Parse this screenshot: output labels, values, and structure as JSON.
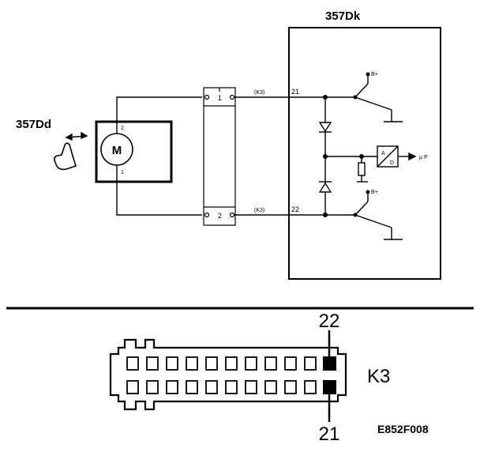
{
  "ecu": {
    "label": "357Dk"
  },
  "seat_motor": {
    "label": "357Dd",
    "motor_label": "M",
    "pin_top": "2",
    "pin_bottom": "1"
  },
  "plug": {
    "pin_upper": "1",
    "pin_lower": "2"
  },
  "wires": {
    "upper_connector": "(K3)",
    "lower_connector": "(K3)",
    "upper_pin": "21",
    "lower_pin": "22"
  },
  "supply": {
    "upper": "B+",
    "lower": "B+"
  },
  "adc": {
    "a": "A",
    "d": "D",
    "output": "μ P"
  },
  "connector": {
    "label": "K3",
    "pin_top": "22",
    "pin_bottom": "21"
  },
  "figure_code": "E852F008"
}
